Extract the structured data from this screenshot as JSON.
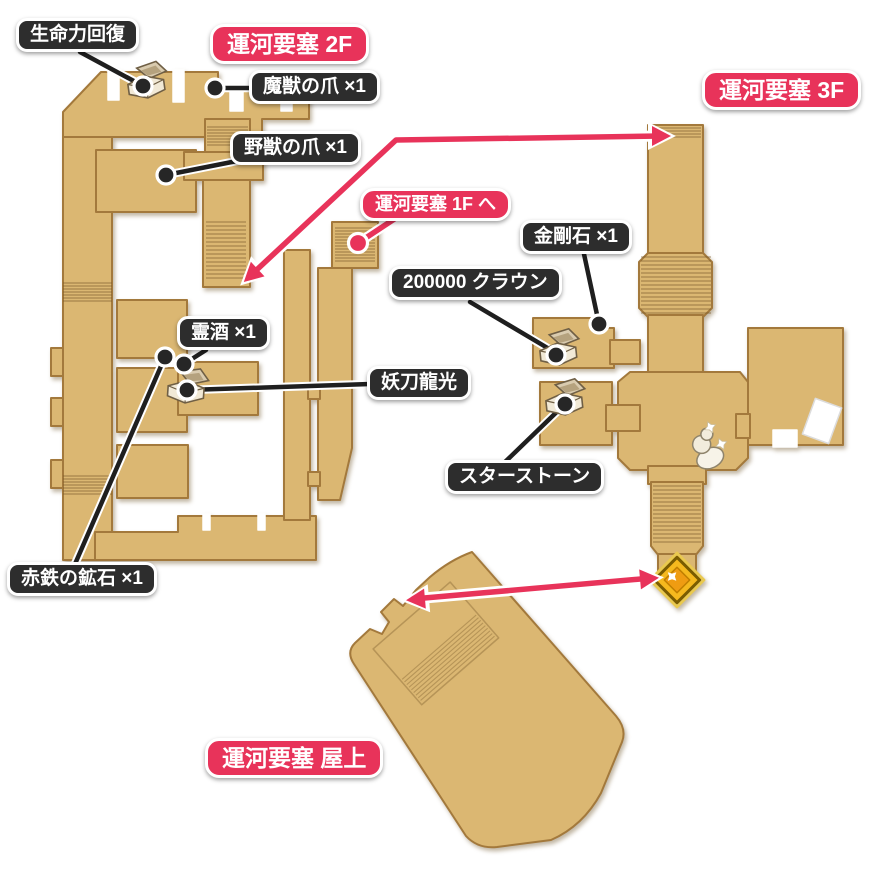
{
  "floor_titles": {
    "f2": "運河要塞 2F",
    "f3": "運河要塞 3F",
    "roof": "運河要塞 屋上",
    "to_1f": "運河要塞 1F へ"
  },
  "labels": {
    "life_recovery": "生命力回復",
    "majuu_claw": "魔獣の爪 ×1",
    "yajuu_claw": "野獣の爪 ×1",
    "reishu": "霊酒 ×1",
    "youtou_ryuukou": "妖刀龍光",
    "akagane_ore": "赤鉄の鉱石 ×1",
    "kongouseki": "金剛石 ×1",
    "crowns": "200000 クラウン",
    "star_stone": "スターストーン"
  },
  "annotations": [
    {
      "label": "生命力回復",
      "kind": "item-spot",
      "marker": "treasure-chest"
    },
    {
      "label": "魔獣の爪 ×1",
      "kind": "item-spot",
      "marker": "dot"
    },
    {
      "label": "野獣の爪 ×1",
      "kind": "item-spot",
      "marker": "dot"
    },
    {
      "label": "霊酒 ×1",
      "kind": "item-spot",
      "marker": "dot"
    },
    {
      "label": "妖刀龍光",
      "kind": "item-spot",
      "marker": "treasure-chest"
    },
    {
      "label": "赤鉄の鉱石 ×1",
      "kind": "item-spot",
      "marker": "dot"
    },
    {
      "label": "金剛石 ×1",
      "kind": "item-spot",
      "marker": "dot"
    },
    {
      "label": "200000 クラウン",
      "kind": "item-spot",
      "marker": "treasure-chest"
    },
    {
      "label": "スターストーン",
      "kind": "item-spot",
      "marker": "treasure-chest"
    },
    {
      "label": "運河要塞 1F へ",
      "kind": "exit",
      "marker": "red-dot"
    },
    {
      "label": "運河要塞 2F",
      "kind": "floor-title"
    },
    {
      "label": "運河要塞 3F",
      "kind": "floor-title"
    },
    {
      "label": "運河要塞 屋上",
      "kind": "floor-title"
    }
  ],
  "icons": {
    "chest": "treasure-chest-icon",
    "portal": "gold-diamond-portal-icon",
    "statue": "statue-icon",
    "card": "white-card-icon",
    "arrow": "red-route-arrow"
  },
  "colors": {
    "map_fill": "#dbb772",
    "map_stroke": "#a3793c",
    "pill_black": "#2d2d2d",
    "pill_red": "#e8335a",
    "gold_portal": "#f5b91e",
    "background": "#ffffff"
  }
}
